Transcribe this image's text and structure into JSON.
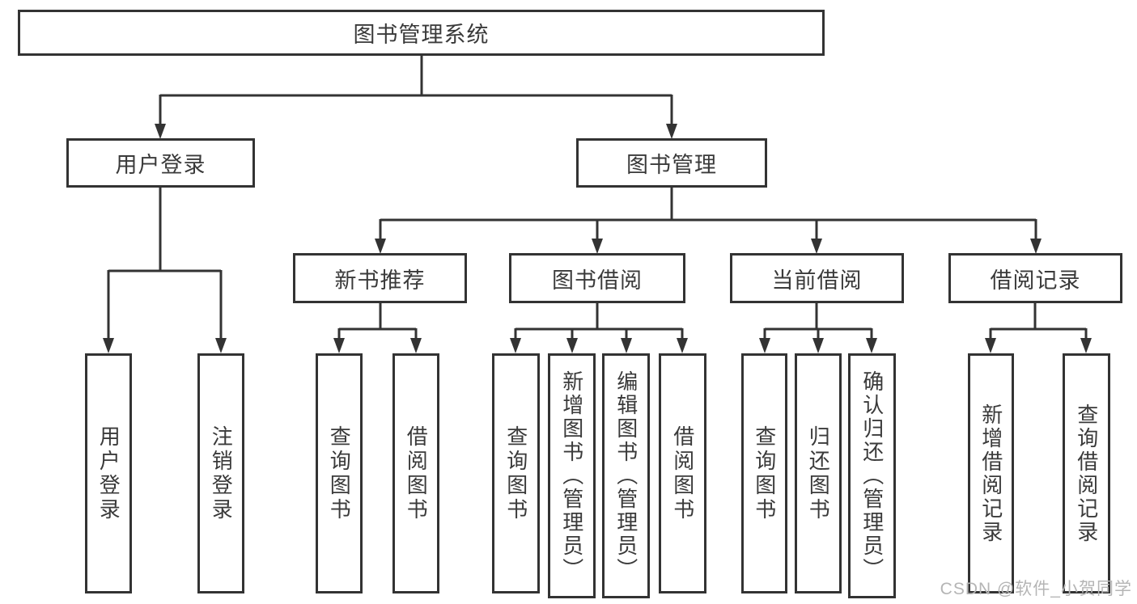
{
  "diagram": {
    "title": "图书管理系统",
    "nodes": {
      "root": "图书管理系统",
      "user_login": "用户登录",
      "book_mgmt": "图书管理",
      "new_book_rec": "新书推荐",
      "book_borrow": "图书借阅",
      "current_borrow": "当前借阅",
      "borrow_records": "借阅记录",
      "leaf_user_login": "用户登录",
      "leaf_logout": "注销登录",
      "leaf_query_book_rec": "查询图书",
      "leaf_borrow_book_rec": "借阅图书",
      "leaf_query_book_borrow": "查询图书",
      "leaf_add_book_admin": "新增图书（管理员）",
      "leaf_edit_book_admin": "编辑图书（管理员）",
      "leaf_borrow_book_borrow": "借阅图书",
      "leaf_query_book_current": "查询图书",
      "leaf_return_book": "归还图书",
      "leaf_confirm_return_admin": "确认归还（管理员）",
      "leaf_add_borrow_record": "新增借阅记录",
      "leaf_query_borrow_record": "查询借阅记录"
    },
    "colors": {
      "line": "#333333",
      "text": "#3a3a3a",
      "background": "#ffffff",
      "watermark": "#b5b5b5"
    }
  },
  "watermark": "CSDN @软件_小贺同学"
}
